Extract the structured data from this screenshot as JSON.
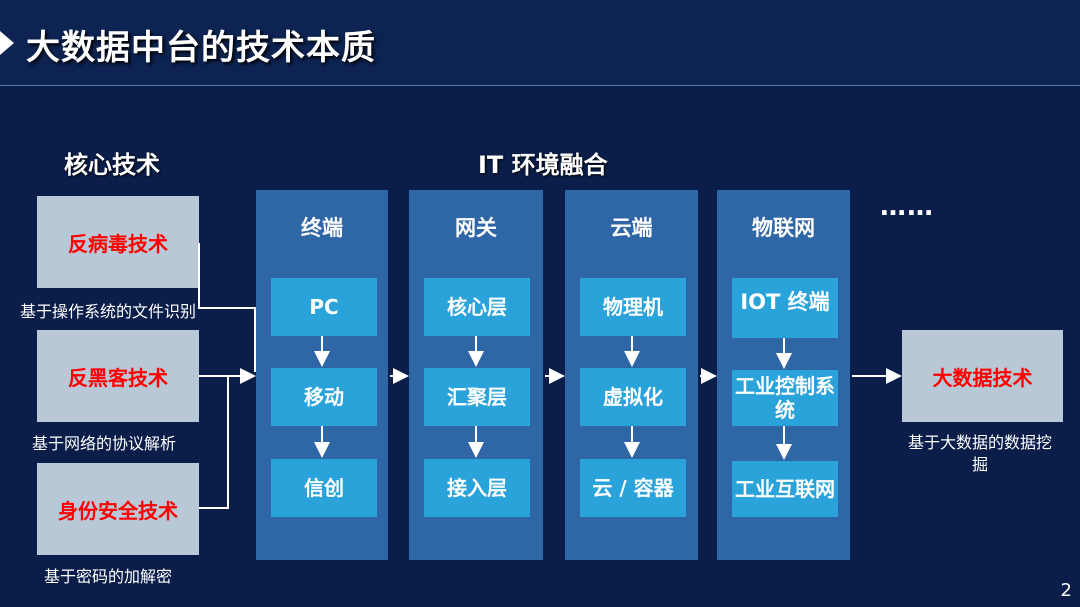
{
  "title": "大数据中台的技术本质",
  "core_tech": {
    "heading": "核心技术",
    "items": [
      {
        "label": "反病毒技术",
        "desc": "基于操作系统的文件识别"
      },
      {
        "label": "反黑客技术",
        "desc": "基于网络的协议解析"
      },
      {
        "label": "身份安全技术",
        "desc": "基于密码的加解密"
      }
    ]
  },
  "it_env": {
    "heading": "IT 环境融合",
    "columns": [
      {
        "title": "终端",
        "items": [
          "PC",
          "移动",
          "信创"
        ]
      },
      {
        "title": "网关",
        "items": [
          "核心层",
          "汇聚层",
          "接入层"
        ]
      },
      {
        "title": "云端",
        "items": [
          "物理机",
          "虚拟化",
          "云 / 容器"
        ]
      },
      {
        "title": "物联网",
        "items": [
          "IOT 终端",
          "工业控制系统",
          "工业互联网"
        ]
      }
    ],
    "ellipsis": "……"
  },
  "result": {
    "label": "大数据技术",
    "desc": "基于大数据的数据挖掘"
  },
  "page_number": "2",
  "colors": {
    "background": "#0b1e4a",
    "column": "#2f66a6",
    "item": "#2aa3db",
    "tech_box": "#b8c8d6",
    "highlight": "#ff0000"
  }
}
